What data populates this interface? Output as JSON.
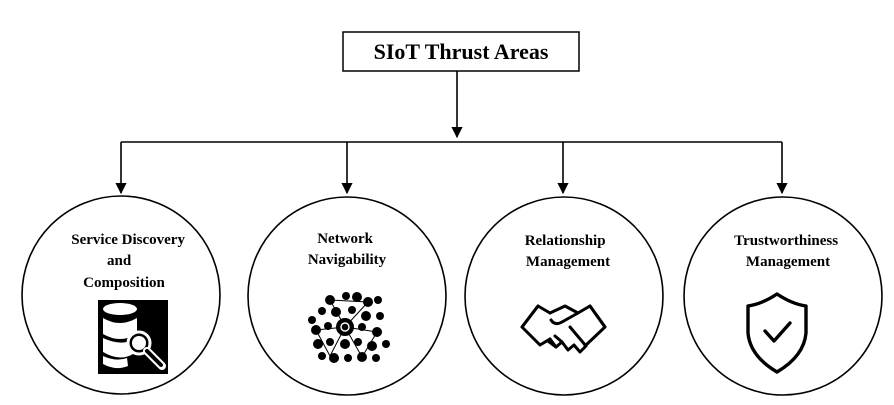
{
  "diagram": {
    "title": "SIoT Thrust Areas",
    "areas": [
      {
        "lines": [
          "Service Discovery",
          "and",
          "Composition"
        ],
        "icon": "database-search-icon"
      },
      {
        "lines": [
          "Network",
          "Navigability"
        ],
        "icon": "network-cluster-icon"
      },
      {
        "lines": [
          "Relationship",
          "Management"
        ],
        "icon": "handshake-icon"
      },
      {
        "lines": [
          "Trustworthiness",
          "Management"
        ],
        "icon": "shield-check-icon"
      }
    ]
  }
}
